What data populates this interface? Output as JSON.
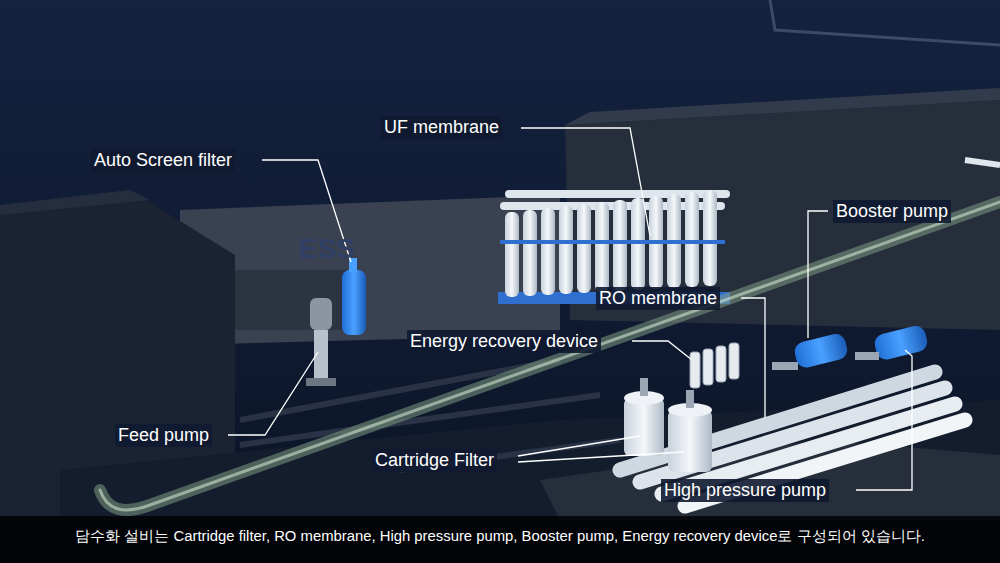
{
  "diagram": {
    "caption": "담수화 설비는 Cartridge filter, RO membrane, High pressure pump, Booster pump, Energy recovery device로 구성되어 있습니다.",
    "labels": [
      "UF membrane",
      "Auto Screen filter",
      "Booster pump",
      "RO membrane",
      "Energy recovery device",
      "Feed pump",
      "Cartridge Filter",
      "High pressure pump",
      "ESS"
    ]
  }
}
